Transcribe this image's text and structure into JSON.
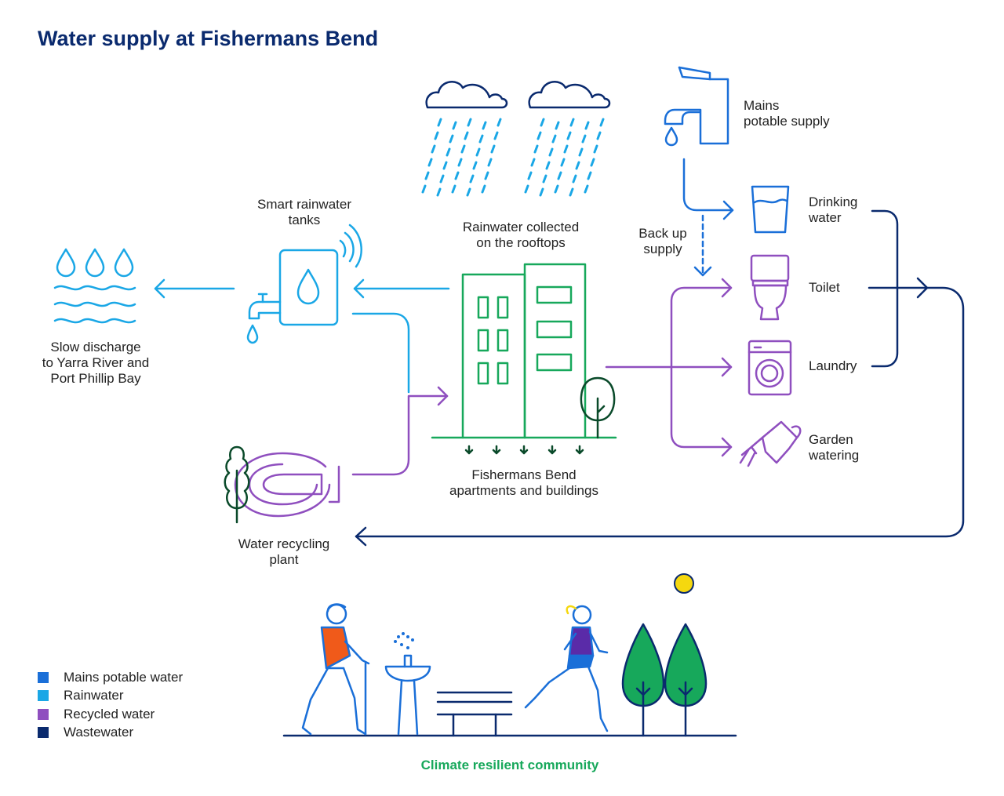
{
  "title": "Water supply at Fishermans Bend",
  "colors": {
    "mains": "#1a6fd8",
    "rain": "#1aa7e6",
    "recycled": "#8f4fbf",
    "waste": "#0a2a6e",
    "building": "#17a85b",
    "title": "#0a2a6e",
    "sun": "#f5d80f",
    "person_shirt": "#f05a1a"
  },
  "labels": {
    "mains_supply": [
      "Mains",
      "potable supply"
    ],
    "rainwater_collected": [
      "Rainwater collected",
      "on the rooftops"
    ],
    "smart_tanks": [
      "Smart rainwater",
      "tanks"
    ],
    "slow_discharge": [
      "Slow discharge",
      "to Yarra River and",
      "Port Phillip Bay"
    ],
    "backup": [
      "Back up",
      "supply"
    ],
    "buildings": [
      "Fishermans Bend",
      "apartments and buildings"
    ],
    "recycling_plant": [
      "Water recycling",
      "plant"
    ],
    "drinking": [
      "Drinking",
      "water"
    ],
    "toilet": "Toilet",
    "laundry": "Laundry",
    "garden": [
      "Garden",
      "watering"
    ]
  },
  "legend": [
    {
      "label": "Mains potable water",
      "color": "#1a6fd8"
    },
    {
      "label": "Rainwater",
      "color": "#1aa7e6"
    },
    {
      "label": "Recycled water",
      "color": "#8f4fbf"
    },
    {
      "label": "Wastewater",
      "color": "#0a2a6e"
    }
  ],
  "footer": "Climate resilient community",
  "icons": [
    "cloud-icon",
    "rain-icon",
    "tap-icon",
    "glass-icon",
    "toilet-icon",
    "washing-machine-icon",
    "watering-can-icon",
    "water-tank-icon",
    "wifi-icon",
    "waves-icon",
    "building-icon",
    "tree-icon",
    "recycling-plant-icon",
    "person-icon",
    "fountain-icon",
    "bench-icon",
    "runner-icon",
    "sun-icon"
  ]
}
